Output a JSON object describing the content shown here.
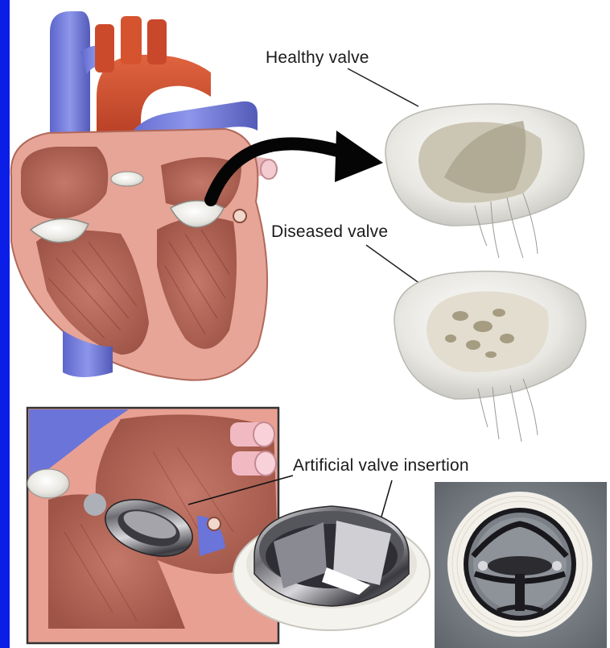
{
  "labels": {
    "healthy": "Healthy valve",
    "diseased": "Diseased valve",
    "artificial": "Artificial valve insertion"
  },
  "caption": "",
  "colors": {
    "vein_blue": "#6b74d8",
    "artery_red": "#c8442a",
    "myocardium": "#d8897a",
    "chamber": "#b86a58",
    "valve_white": "#ecebe6",
    "frame_border": "#333333",
    "page_accent": "#0a1ee8"
  },
  "icons": [
    "curved-arrow-icon",
    "heart-illustration",
    "mechanical-valve-image"
  ]
}
